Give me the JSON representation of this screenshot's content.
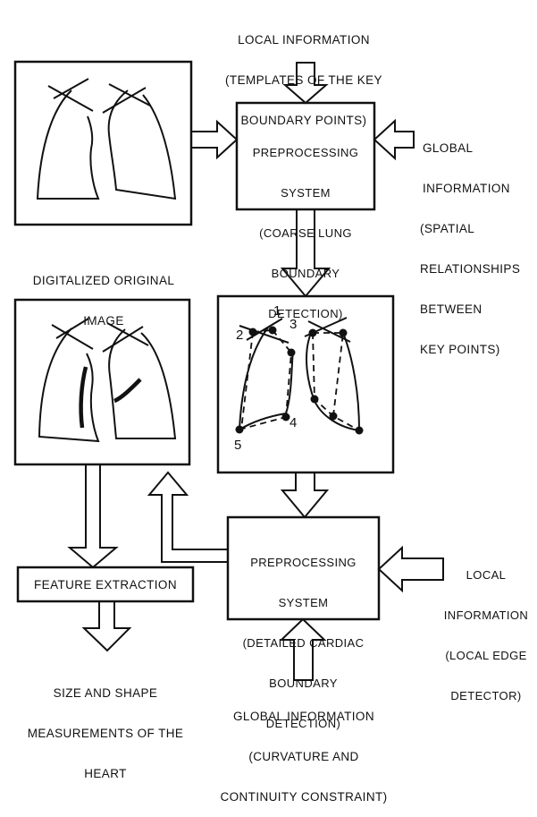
{
  "top_input": {
    "line1": "LOCAL INFORMATION",
    "line2": "(TEMPLATES OF THE KEY",
    "line3": "BOUNDARY POINTS)"
  },
  "box1": {
    "line1": "PREPROCESSING",
    "line2": "SYSTEM",
    "line3": "(COARSE LUNG",
    "line4": "BOUNDARY",
    "line5": "DETECTION)"
  },
  "global_input_right": {
    "line1": "GLOBAL",
    "line2": "INFORMATION",
    "line3": "(SPATIAL",
    "line4": "RELATIONSHIPS",
    "line5": "BETWEEN",
    "line6": "KEY POINTS)"
  },
  "original_image": {
    "line1": "DIGITALIZED ORIGINAL",
    "line2": "IMAGE"
  },
  "key_points": [
    "1",
    "2",
    "3",
    "4",
    "5"
  ],
  "box2": {
    "line1": "PREPROCESSING",
    "line2": "SYSTEM",
    "line3": "(DETAILED CARDIAC",
    "line4": "BOUNDARY",
    "line5": "DETECTION)"
  },
  "local_input_right": {
    "line1": "LOCAL",
    "line2": "INFORMATION",
    "line3": "(LOCAL EDGE",
    "line4": "DETECTOR)"
  },
  "feature_box": {
    "label": "FEATURE EXTRACTION"
  },
  "output": {
    "line1": "SIZE AND SHAPE",
    "line2": "MEASUREMENTS OF THE",
    "line3": "HEART"
  },
  "global_input_bottom": {
    "line1": "GLOBAL INFORMATION",
    "line2": "(CURVATURE AND",
    "line3": "CONTINUITY CONSTRAINT)"
  }
}
